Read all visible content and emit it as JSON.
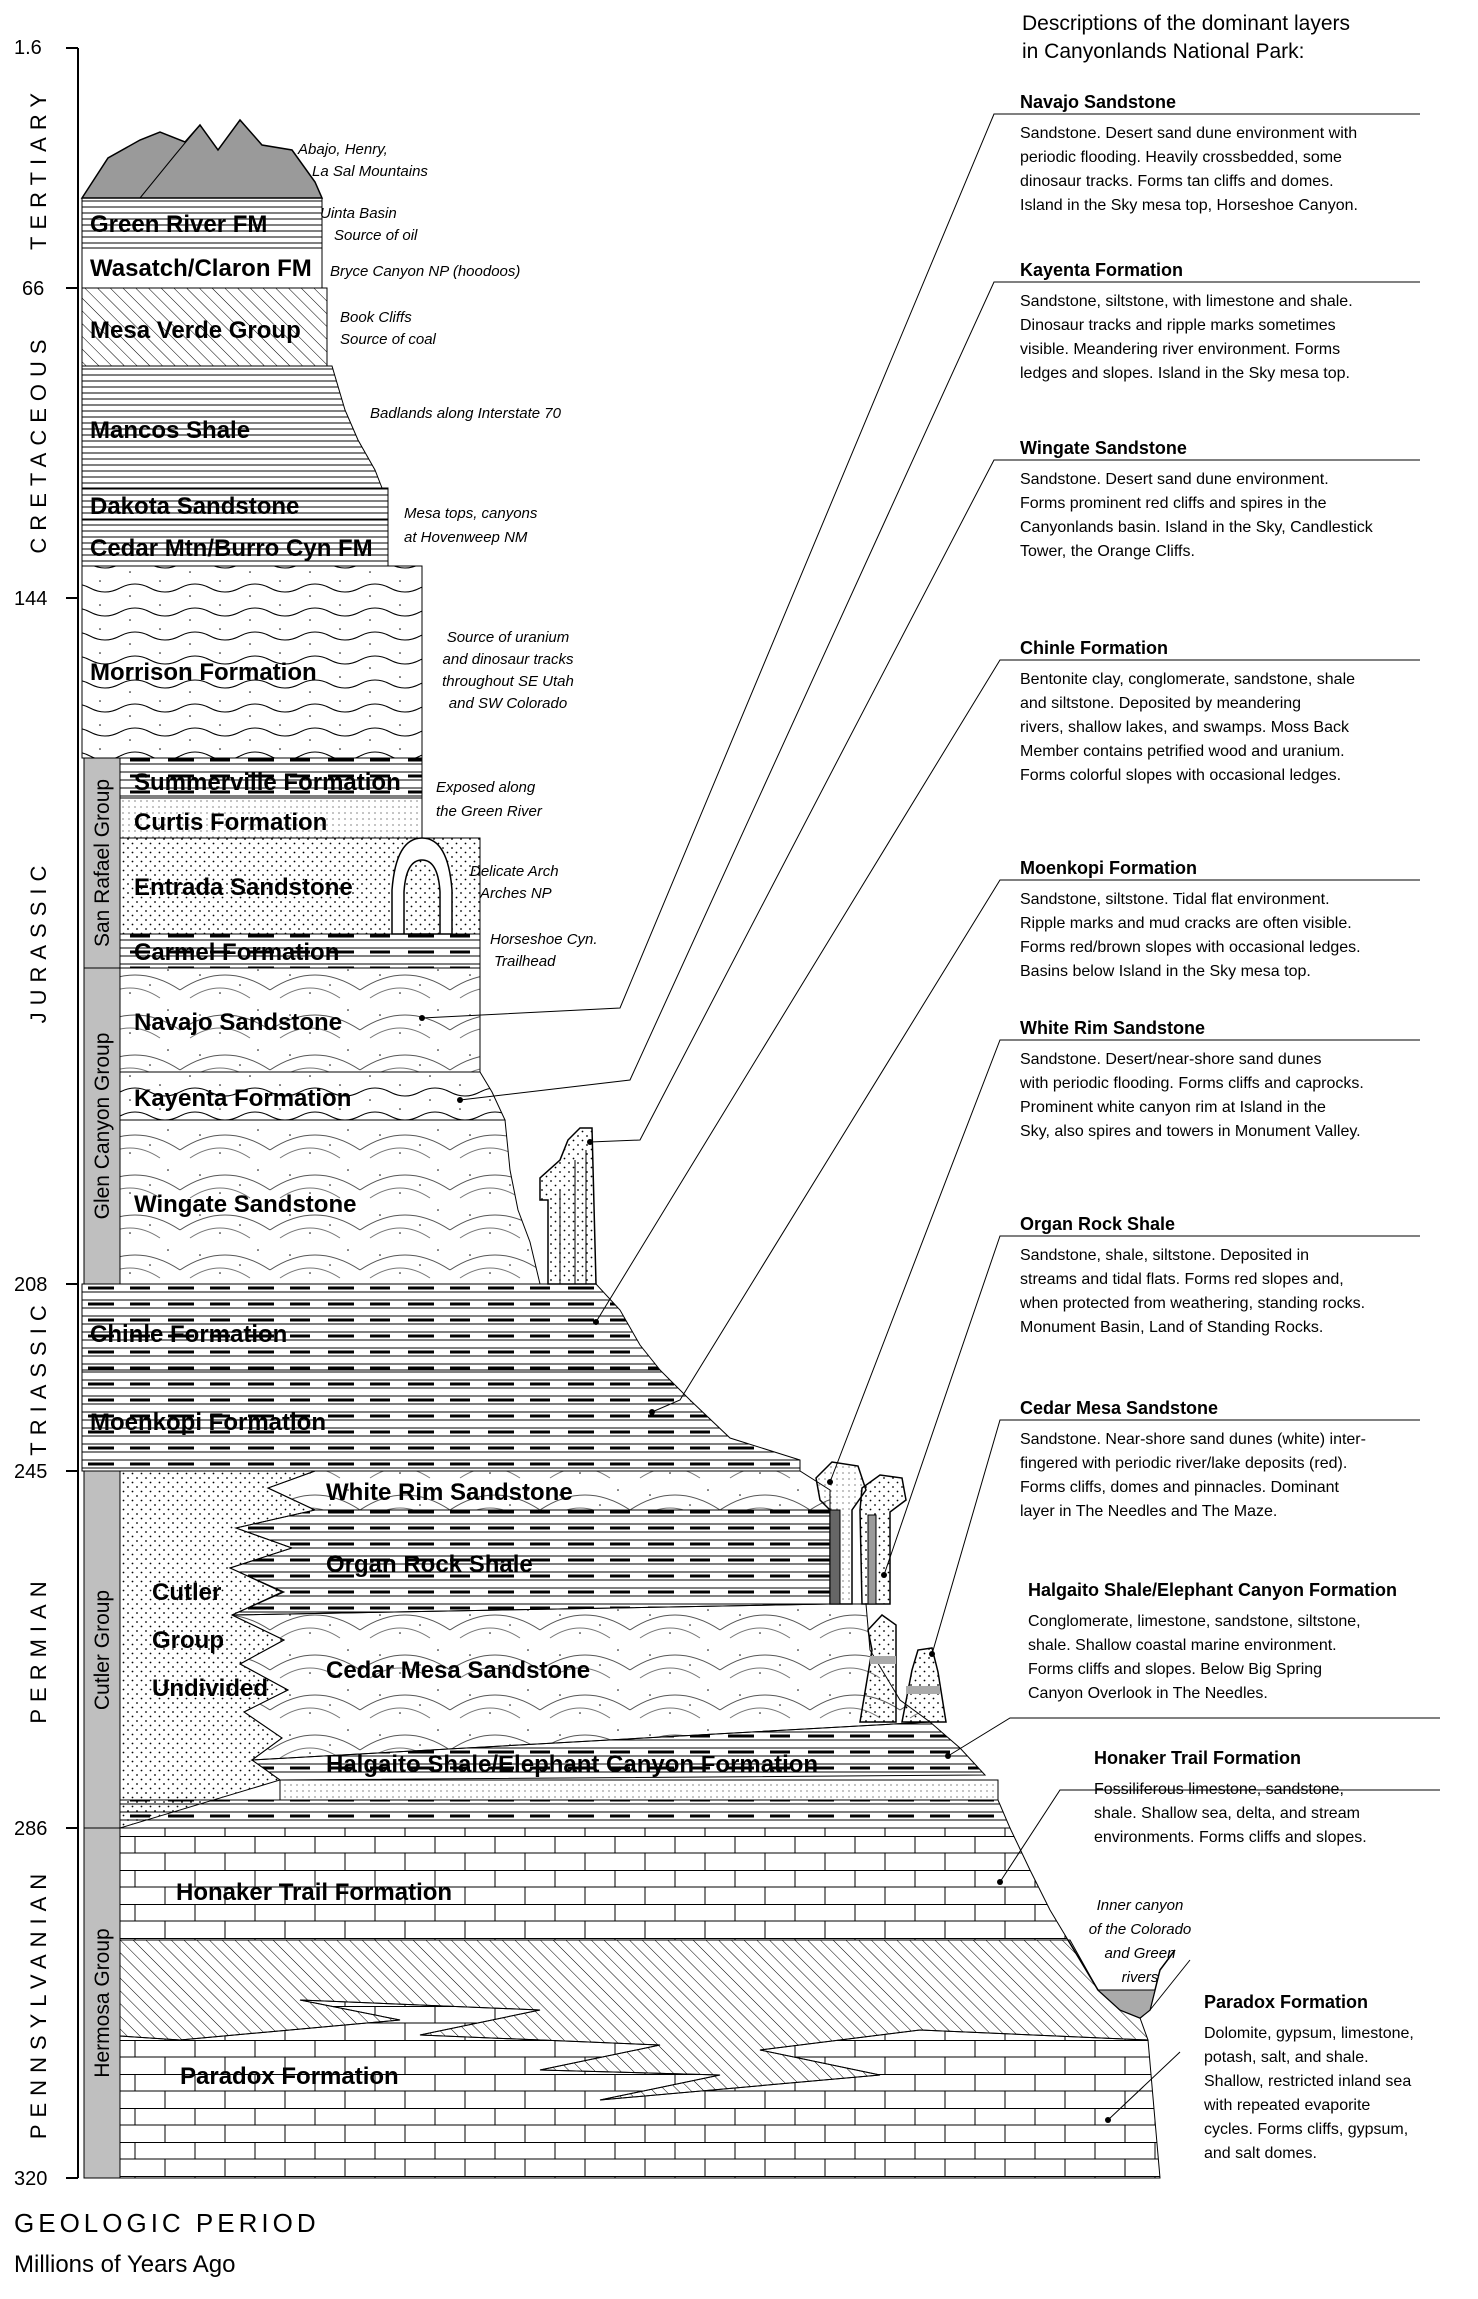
{
  "header": {
    "line1": "Descriptions of the dominant layers",
    "line2": "in Canyonlands National Park:"
  },
  "axis": {
    "ticks": [
      "1.6",
      "66",
      "144",
      "208",
      "245",
      "286",
      "320"
    ],
    "title": "GEOLOGIC PERIOD",
    "subtitle": "Millions of Years Ago"
  },
  "periods": [
    "TERTIARY",
    "CRETACEOUS",
    "JURASSIC",
    "TRIASSIC",
    "PERMIAN",
    "PENNSYLVANIAN"
  ],
  "groups": [
    "San Rafael Group",
    "Glen Canyon Group",
    "Cutler Group",
    "Hermosa Group"
  ],
  "formations": [
    "Green River FM",
    "Wasatch/Claron FM",
    "Mesa Verde Group",
    "Mancos Shale",
    "Dakota Sandstone",
    "Cedar Mtn/Burro Cyn FM",
    "Morrison Formation",
    "Summerville Formation",
    "Curtis Formation",
    "Entrada Sandstone",
    "Carmel Formation",
    "Navajo Sandstone",
    "Kayenta Formation",
    "Wingate Sandstone",
    "Chinle Formation",
    "Moenkopi Formation",
    "White Rim Sandstone",
    "Organ Rock Shale",
    "Cedar Mesa Sandstone",
    "Halgaito Shale/Elephant Canyon Formation",
    "Honaker Trail Formation",
    "Paradox Formation"
  ],
  "cutler_undivided": [
    "Cutler",
    "Group",
    "Undivided"
  ],
  "notes": {
    "abajo": [
      "Abajo, Henry,",
      "La Sal Mountains"
    ],
    "uinta": [
      "Uinta Basin",
      "Source of oil"
    ],
    "bryce": [
      "Bryce Canyon NP (hoodoos)"
    ],
    "book": [
      "Book Cliffs",
      "Source of coal"
    ],
    "badlands": [
      "Badlands along Interstate 70"
    ],
    "mesa_tops": [
      "Mesa tops, canyons",
      "at Hovenweep NM"
    ],
    "uranium": [
      "Source of uranium",
      "and dinosaur tracks",
      "throughout SE Utah",
      "and SW Colorado"
    ],
    "green_river": [
      "Exposed along",
      "the Green River"
    ],
    "delicate": [
      "Delicate Arch",
      "Arches NP"
    ],
    "horseshoe": [
      "Horseshoe Cyn.",
      "Trailhead"
    ],
    "inner": [
      "Inner canyon",
      "of the Colorado",
      "and Green",
      "rivers"
    ]
  },
  "descriptions": [
    {
      "title": "Navajo Sandstone",
      "lines": [
        "Sandstone. Desert sand dune environment with",
        "periodic flooding. Heavily crossbedded, some",
        "dinosaur tracks. Forms tan cliffs and domes.",
        "Island in the Sky mesa top, Horseshoe Canyon."
      ]
    },
    {
      "title": "Kayenta Formation",
      "lines": [
        "Sandstone, siltstone, with limestone and shale.",
        "Dinosaur tracks and ripple marks sometimes",
        "visible. Meandering river environment. Forms",
        "ledges and slopes. Island in the Sky mesa top."
      ]
    },
    {
      "title": "Wingate Sandstone",
      "lines": [
        "Sandstone. Desert sand dune environment.",
        "Forms prominent red cliffs and spires in the",
        "Canyonlands basin. Island in the Sky, Candlestick",
        "Tower, the Orange Cliffs."
      ]
    },
    {
      "title": "Chinle Formation",
      "lines": [
        "Bentonite clay, conglomerate, sandstone, shale",
        "and siltstone. Deposited by meandering",
        "rivers, shallow lakes, and swamps. Moss Back",
        "Member contains petrified wood and uranium.",
        "Forms colorful slopes with occasional ledges."
      ]
    },
    {
      "title": "Moenkopi Formation",
      "lines": [
        "Sandstone, siltstone. Tidal flat environment.",
        "Ripple marks and mud cracks are often visible.",
        "Forms red/brown slopes with occasional ledges.",
        "Basins below Island in the Sky mesa top."
      ]
    },
    {
      "title": "White Rim Sandstone",
      "lines": [
        "Sandstone. Desert/near-shore sand dunes",
        "with periodic flooding. Forms cliffs and caprocks.",
        "Prominent white canyon rim at Island in the",
        "Sky, also spires and towers in Monument Valley."
      ]
    },
    {
      "title": "Organ Rock Shale",
      "lines": [
        "Sandstone, shale, siltstone. Deposited in",
        "streams and tidal flats. Forms red slopes and,",
        "when protected from weathering, standing rocks.",
        "Monument Basin, Land of Standing Rocks."
      ]
    },
    {
      "title": "Cedar Mesa Sandstone",
      "lines": [
        "Sandstone. Near-shore sand dunes (white) inter-",
        "fingered with periodic river/lake deposits (red).",
        "Forms cliffs, domes and pinnacles. Dominant",
        "layer in The Needles and The Maze."
      ]
    },
    {
      "title": "Halgaito Shale/Elephant Canyon Formation",
      "lines": [
        "Conglomerate, limestone, sandstone, siltstone,",
        "shale. Shallow coastal marine environment.",
        "Forms cliffs and slopes. Below Big Spring",
        "Canyon Overlook in The Needles."
      ]
    },
    {
      "title": "Honaker Trail Formation",
      "lines": [
        "Fossiliferous limestone, sandstone,",
        "shale. Shallow sea, delta, and stream",
        "environments. Forms cliffs and slopes."
      ]
    },
    {
      "title": "Paradox Formation",
      "lines": [
        "Dolomite, gypsum, limestone,",
        "potash, salt, and shale.",
        "Shallow, restricted inland sea",
        "with repeated evaporite",
        "cycles. Forms cliffs, gypsum,",
        "and salt domes."
      ]
    }
  ]
}
